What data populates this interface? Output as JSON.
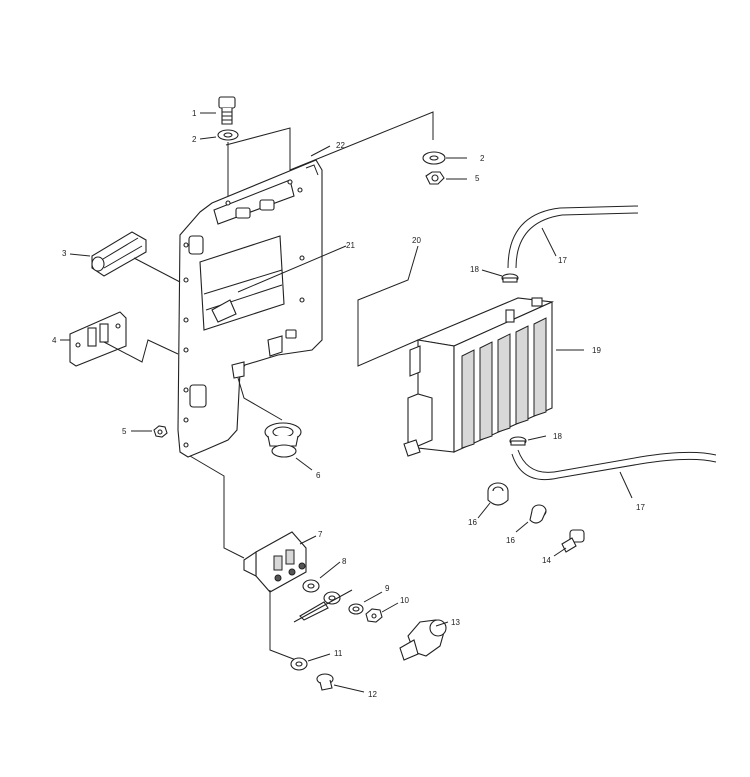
{
  "callouts": {
    "c1": "1",
    "c2a": "2",
    "c2b": "2",
    "c3": "3",
    "c4": "4",
    "c5a": "5",
    "c5b": "5",
    "c6": "6",
    "c7": "7",
    "c8": "8",
    "c9": "9",
    "c10": "10",
    "c11": "11",
    "c12": "12",
    "c13": "13",
    "c14": "14",
    "c16a": "16",
    "c16b": "16",
    "c17a": "17",
    "c17b": "17",
    "c18a": "18",
    "c18b": "18",
    "c19": "19",
    "c20": "20",
    "c21": "21",
    "c22": "22"
  }
}
